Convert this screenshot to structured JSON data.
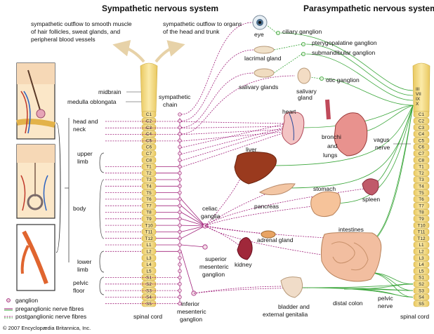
{
  "headings": {
    "sympathetic": "Sympathetic nervous system",
    "parasympathetic": "Parasympathetic nervous system"
  },
  "notes": {
    "outflow_skin": [
      "sympathetic outflow to smooth muscle",
      "of hair follicles, sweat glands, and",
      "peripheral blood vessels"
    ],
    "outflow_organs": [
      "sympathetic outflow to organs",
      "of the head and trunk"
    ]
  },
  "brain_labels": {
    "midbrain": "midbrain",
    "medulla": "medulla oblongata"
  },
  "body_regions": {
    "head_neck": [
      "head and",
      "neck"
    ],
    "upper_limb": [
      "upper",
      "limb"
    ],
    "body": "body",
    "lower_limb": [
      "lower",
      "limb"
    ],
    "pelvic_floor": [
      "pelvic",
      "floor"
    ]
  },
  "sympathetic_chain": [
    "sympathetic",
    "chain"
  ],
  "celiac_ganglia": [
    "celiac",
    "ganglia"
  ],
  "superior_mesenteric": [
    "superior",
    "mesenteric",
    "ganglion"
  ],
  "inferior_mesenteric": [
    "inferior",
    "mesenteric",
    "ganglion"
  ],
  "spinal_cord_left": "spinal cord",
  "spinal_cord_right": "spinal cord",
  "left_segments": [
    "C1",
    "C2",
    "C3",
    "C4",
    "C5",
    "C6",
    "C7",
    "C8",
    "T1",
    "T2",
    "T3",
    "T4",
    "T5",
    "T6",
    "T7",
    "T8",
    "T9",
    "T10",
    "T11",
    "T12",
    "L1",
    "L2",
    "L3",
    "L4",
    "L5",
    "S1",
    "S2",
    "S3",
    "S4",
    "S5"
  ],
  "right_segments": [
    "C1",
    "C2",
    "C3",
    "C4",
    "C5",
    "C6",
    "C7",
    "C8",
    "T1",
    "T2",
    "T3",
    "T4",
    "T5",
    "T6",
    "T7",
    "T8",
    "T9",
    "T10",
    "T11",
    "T12",
    "L1",
    "L2",
    "L3",
    "L4",
    "L5",
    "S1",
    "S2",
    "S3",
    "S4",
    "S5"
  ],
  "cranial_nerves": [
    "III",
    "VII",
    "IX",
    "X"
  ],
  "organs": {
    "eye": "eye",
    "ciliary_ganglion": "ciliary ganglion",
    "pterygopalatine": "pterygopalatine ganglion",
    "lacrimal": "lacrimal gland",
    "submandibular": "submandibular ganglion",
    "salivary_glands": "salivary glands",
    "salivary_gland": [
      "salivary",
      "gland"
    ],
    "otic_ganglion": "otic ganglion",
    "heart": "heart",
    "bronchi": [
      "bronchi",
      "and",
      "lungs"
    ],
    "vagus": [
      "vagus",
      "nerve"
    ],
    "liver": "liver",
    "stomach": "stomach",
    "pancreas": "pancreas",
    "spleen": "spleen",
    "intestines": "intestines",
    "adrenal": "adrenal gland",
    "kidney": "kidney",
    "bladder": [
      "bladder and",
      "external genitalia"
    ],
    "distal_colon": "distal colon",
    "pelvic_nerve": [
      "pelvic",
      "nerve"
    ]
  },
  "legend": {
    "ganglion": "ganglion",
    "pre": "preganglionic nerve fibres",
    "post": "postganglionic nerve fibres"
  },
  "copyright": "© 2007 Encyclopædia Britannica, Inc.",
  "colors": {
    "sympathetic": "#a0207a",
    "parasympathetic": "#3aa63a",
    "cord": "#f3dc8a",
    "cord_edge": "#c9a93c"
  }
}
